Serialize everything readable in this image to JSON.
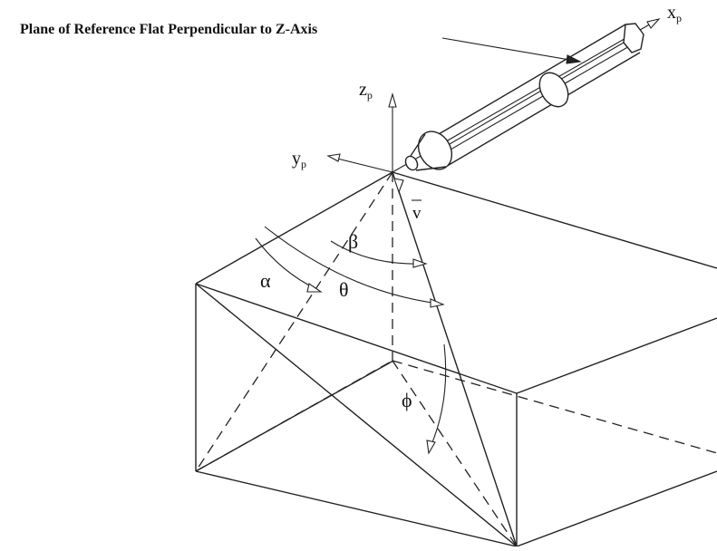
{
  "caption": "Plane of Reference Flat Perpendicular to Z-Axis",
  "axes": {
    "x": {
      "main": "x",
      "sub": "p"
    },
    "y": {
      "main": "y",
      "sub": "p"
    },
    "z": {
      "main": "z",
      "sub": "p"
    }
  },
  "vector_label": "v",
  "angles": {
    "alpha": "α",
    "beta": "β",
    "theta": "θ",
    "phi": "ϕ"
  }
}
